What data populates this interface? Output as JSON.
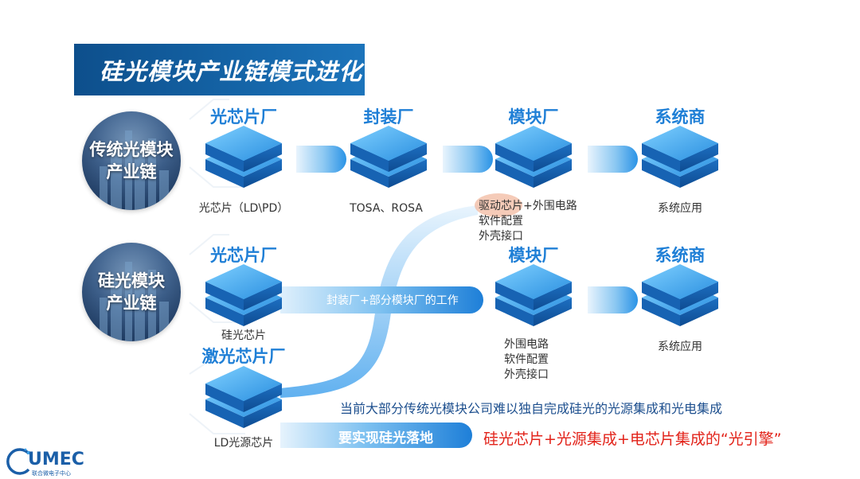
{
  "title": "硅光模块产业链模式进化",
  "rows": {
    "traditional": {
      "circle_label": [
        "传统光模块",
        "产业链"
      ],
      "stages": [
        {
          "header": "光芯片厂",
          "caption": "光芯片（LD\\PD）"
        },
        {
          "header": "封装厂",
          "caption": "TOSA、ROSA"
        },
        {
          "header": "模块厂",
          "caption_lines": [
            "驱动芯片+外围电路",
            "软件配置",
            "外壳接口"
          ]
        },
        {
          "header": "系统商",
          "caption": "系统应用"
        }
      ]
    },
    "silicon": {
      "circle_label": [
        "硅光模块",
        "产业链"
      ],
      "stages": [
        {
          "header": "光芯片厂",
          "caption": "硅光芯片"
        },
        {
          "header": "激光芯片厂",
          "caption": "LD光源芯片"
        },
        {
          "header": "模块厂",
          "caption_lines": [
            "外围电路",
            "软件配置",
            "外壳接口"
          ]
        },
        {
          "header": "系统商",
          "caption": "系统应用"
        }
      ],
      "bridge_label": "封装厂+部分模块厂的工作"
    }
  },
  "notice": "当前大部分传统光模块公司难以独自完成硅光的光源集成和光电集成",
  "call_to_action": "要实现硅光落地",
  "conclusion": "硅光芯片+光源集成+电芯片集成的“光引擎”",
  "logo": {
    "name": "UMEC",
    "sub": "联合微电子中心"
  },
  "colors": {
    "accent": "#1f7fd6",
    "title_bg": "#0d4f8c",
    "highlight": "#f2b9a0",
    "red": "#e2231a"
  }
}
